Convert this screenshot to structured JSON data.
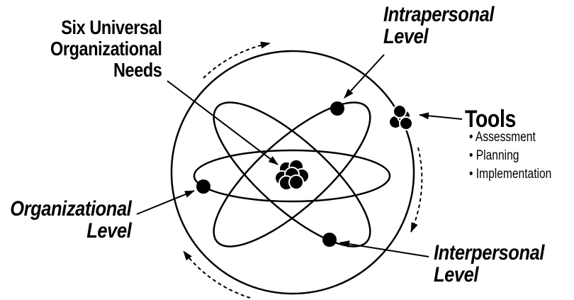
{
  "core_label": [
    "Six Universal",
    "Organizational",
    "Needs"
  ],
  "levels": {
    "intrapersonal": [
      "Intrapersonal",
      "Level"
    ],
    "organizational": [
      "Organizational",
      "Level"
    ],
    "interpersonal": [
      "Interpersonal",
      "Level"
    ]
  },
  "tools": {
    "title": "Tools",
    "items": [
      "Assessment",
      "Planning",
      "Implementation"
    ]
  },
  "colors": {
    "ink": "#000000",
    "background": "#ffffff"
  }
}
